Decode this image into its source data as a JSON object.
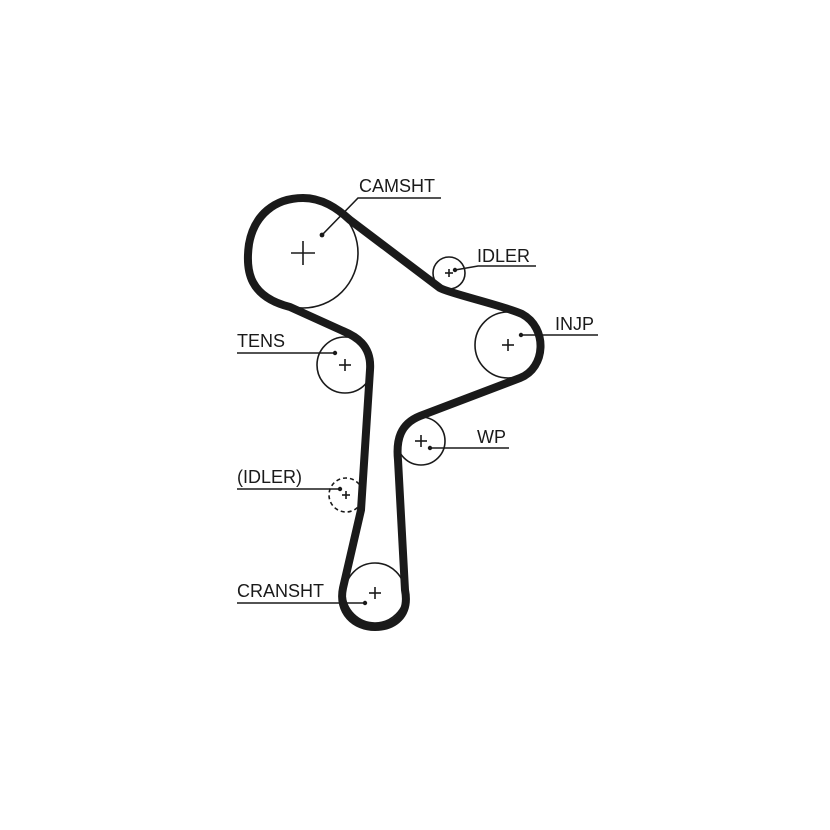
{
  "labels": {
    "camsht": "CAMSHT",
    "idler": "IDLER",
    "injp": "INJP",
    "tens": "TENS",
    "wp": "WP",
    "idler_optional": "(IDLER)",
    "cransht": "CRANSHT"
  },
  "colors": {
    "line": "#1a1a1a",
    "background": "#ffffff"
  }
}
